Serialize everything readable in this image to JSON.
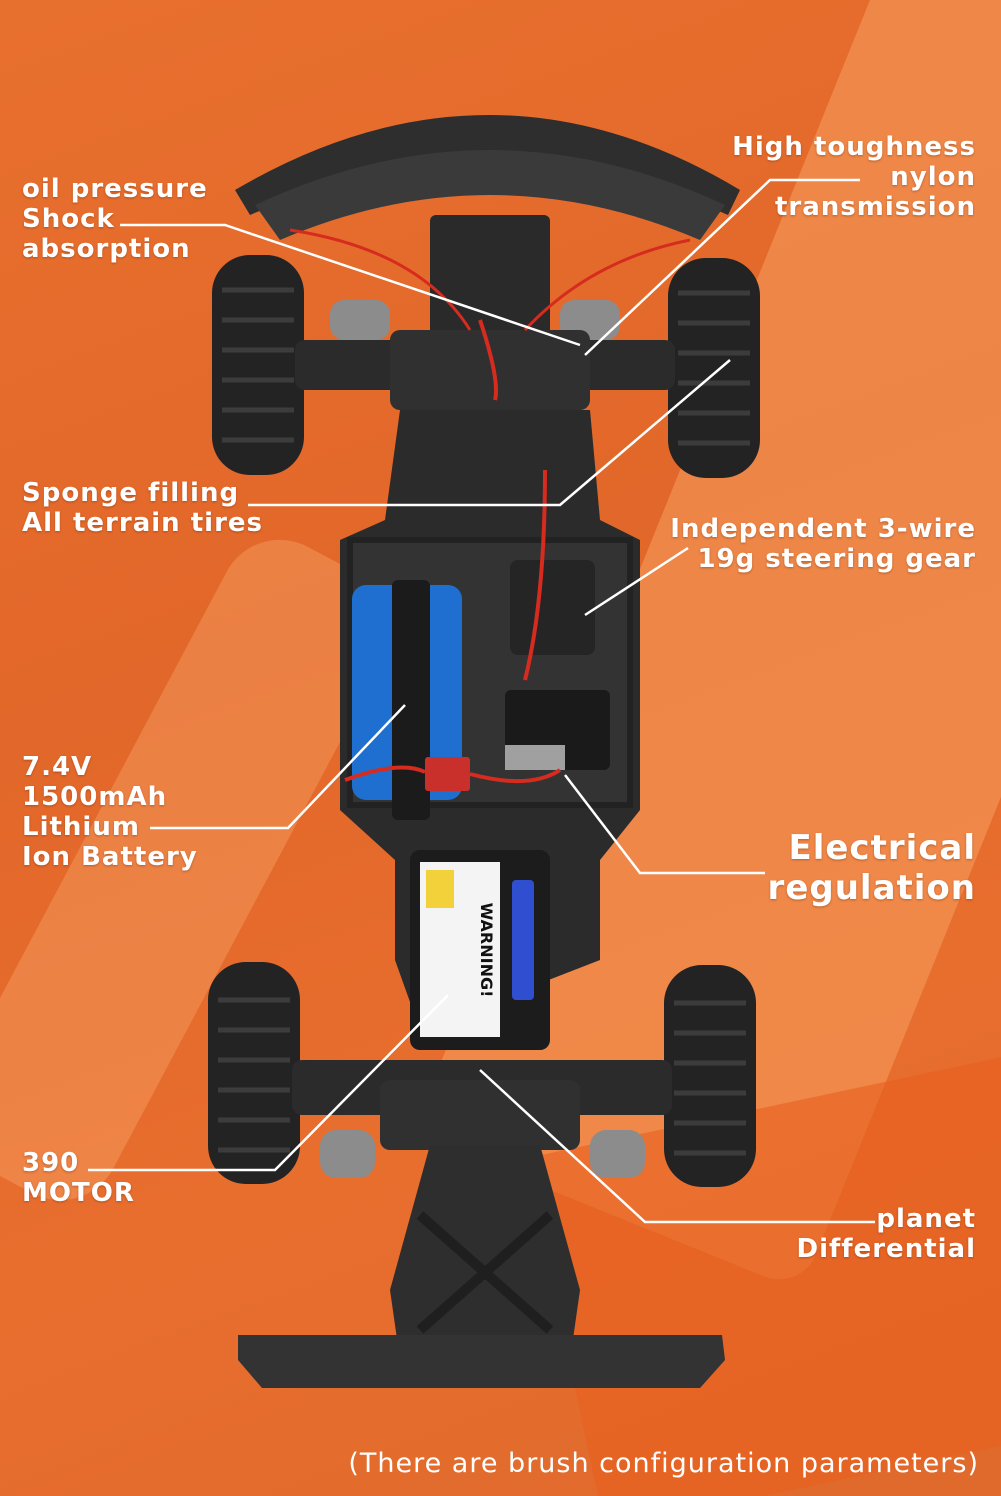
{
  "callouts": {
    "shock": [
      "oil pressure",
      "Shock",
      "absorption"
    ],
    "transmission": [
      "High toughness",
      "nylon",
      "transmission"
    ],
    "tires": [
      "Sponge filling",
      "All terrain tires"
    ],
    "steering": [
      "Independent 3-wire",
      "19g steering gear"
    ],
    "battery": [
      "7.4V",
      "1500mAh",
      "Lithium",
      "Ion Battery"
    ],
    "esc": [
      "Electrical",
      "regulation"
    ],
    "motor": [
      "390",
      "MOTOR"
    ],
    "differential": [
      "planet",
      "Differential"
    ]
  },
  "motor_sticker": "WARNING!",
  "caption": "(There are brush configuration parameters)",
  "colors": {
    "background": "#e2672a",
    "chassis": "#2b2b2b",
    "battery": "#1f6fd0",
    "wire": "#d62b1f"
  }
}
